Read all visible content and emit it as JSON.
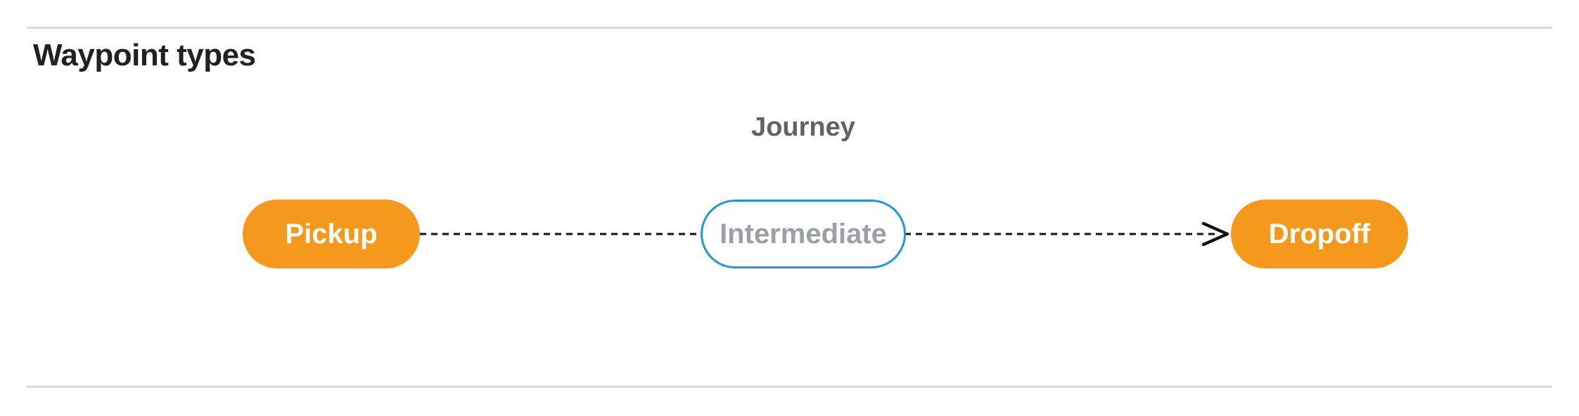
{
  "page": {
    "heading": "Waypoint types"
  },
  "diagram": {
    "title": "Journey",
    "nodes": [
      {
        "id": "pickup",
        "label": "Pickup",
        "type": "terminal"
      },
      {
        "id": "intermediate",
        "label": "Intermediate",
        "type": "intermediate"
      },
      {
        "id": "dropoff",
        "label": "Dropoff",
        "type": "terminal"
      }
    ],
    "connections": [
      {
        "from": "pickup",
        "to": "intermediate",
        "style": "dashed",
        "arrowhead": false
      },
      {
        "from": "intermediate",
        "to": "dropoff",
        "style": "dashed",
        "arrowhead": true
      }
    ],
    "colors": {
      "waypoint_fill_orange": "#f5991d",
      "waypoint_text_white": "#ffffff",
      "intermediate_border_blue": "#2196d9",
      "intermediate_text_gray": "#9aa0a6",
      "journey_label_gray": "#5f6368",
      "heading_black": "#202124",
      "divider_gray": "#d9d9d9",
      "connector_black": "#111111"
    }
  }
}
